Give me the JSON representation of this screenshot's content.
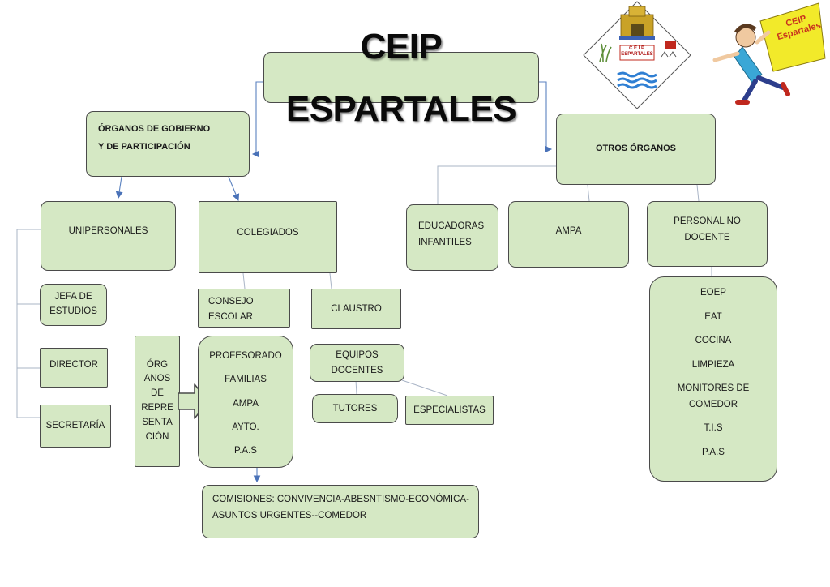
{
  "title": "CEIP ESPARTALES",
  "gobierno": {
    "lines": [
      "ÓRGANOS DE GOBIERNO",
      "Y DE PARTICIPACIÓN"
    ]
  },
  "otros": {
    "label": "OTROS ÓRGANOS"
  },
  "unipersonales": {
    "label": "UNIPERSONALES"
  },
  "colegiados": {
    "label": "COLEGIADOS"
  },
  "jefa": {
    "lines": [
      "JEFA DE",
      "ESTUDIOS"
    ]
  },
  "director": {
    "label": "DIRECTOR"
  },
  "secretaria": {
    "label": "SECRETARÍA"
  },
  "consejo": {
    "lines": [
      "CONSEJO",
      "ESCOLAR"
    ]
  },
  "claustro": {
    "label": "CLAUSTRO"
  },
  "representacion": {
    "lines": [
      "ÓRG",
      "ANOS",
      "DE",
      "REPRE",
      "SENTA",
      "CIÓN"
    ]
  },
  "sectores": {
    "items": [
      "PROFESORADO",
      "FAMILIAS",
      "AMPA",
      "AYTO.",
      "P.A.S"
    ]
  },
  "equipos": {
    "lines": [
      "EQUIPOS",
      "DOCENTES"
    ]
  },
  "tutores": {
    "label": "TUTORES"
  },
  "especialistas": {
    "label": "ESPECIALISTAS"
  },
  "comisiones": {
    "lines": [
      "COMISIONES: CONVIVENCIA-ABESNTISMO-ECONÓMICA-",
      "ASUNTOS URGENTES--COMEDOR"
    ]
  },
  "educadoras": {
    "lines": [
      "EDUCADORAS",
      "INFANTILES"
    ]
  },
  "ampa": {
    "label": "AMPA"
  },
  "personal": {
    "lines": [
      "PERSONAL NO",
      "DOCENTE"
    ]
  },
  "personal_list": {
    "items": [
      "EOEP",
      "EAT",
      "COCINA",
      "LIMPIEZA",
      "MONITORES DE",
      "COMEDOR",
      "T.I.S",
      "P.A.S"
    ]
  },
  "logo": {
    "lines": [
      "C.E.I.P.",
      "ESPARTALES"
    ]
  },
  "banner": {
    "lines": [
      "CEIP",
      "Espartales"
    ]
  },
  "colors": {
    "box_fill": "#d5e8c4",
    "border": "#4a4a4a",
    "connector": "#5b82c0"
  }
}
